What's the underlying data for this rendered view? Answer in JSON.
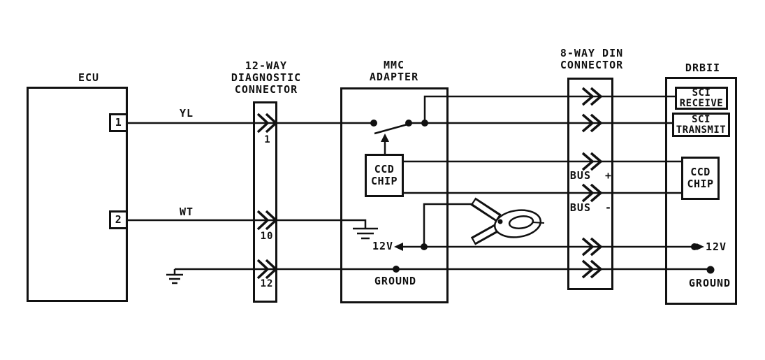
{
  "ecu": {
    "title": "ECU",
    "pin_1": "1",
    "pin_2": "2"
  },
  "wires": {
    "yl_label": "YL",
    "wt_label": "WT"
  },
  "diagnostic_connector": {
    "title": "12-WAY\nDIAGNOSTIC\nCONNECTOR",
    "pin_1": "1",
    "pin_10": "10",
    "pin_12": "12"
  },
  "mmc_adapter": {
    "title": "MMC\nADAPTER",
    "ccd_chip": "CCD\nCHIP",
    "twelve_volt": "12V",
    "ground": "GROUND"
  },
  "din_connector": {
    "title": "8-WAY DIN\nCONNECTOR",
    "bus_plus": "BUS  +",
    "bus_minus": "BUS  -"
  },
  "drbii": {
    "title": "DRBII",
    "sci_receive": "SCI\nRECEIVE",
    "sci_transmit": "SCI\nTRANSMIT",
    "ccd_chip": "CCD\nCHIP",
    "twelve_volt": "12V",
    "ground": "GROUND"
  },
  "icons": {
    "pin_arrow": "double-chevron-right",
    "ground_symbol": "earth-ground",
    "clamp": "battery-clamp",
    "switch": "spst-switch"
  },
  "colors": {
    "ink": "#111111",
    "background": "#ffffff"
  }
}
